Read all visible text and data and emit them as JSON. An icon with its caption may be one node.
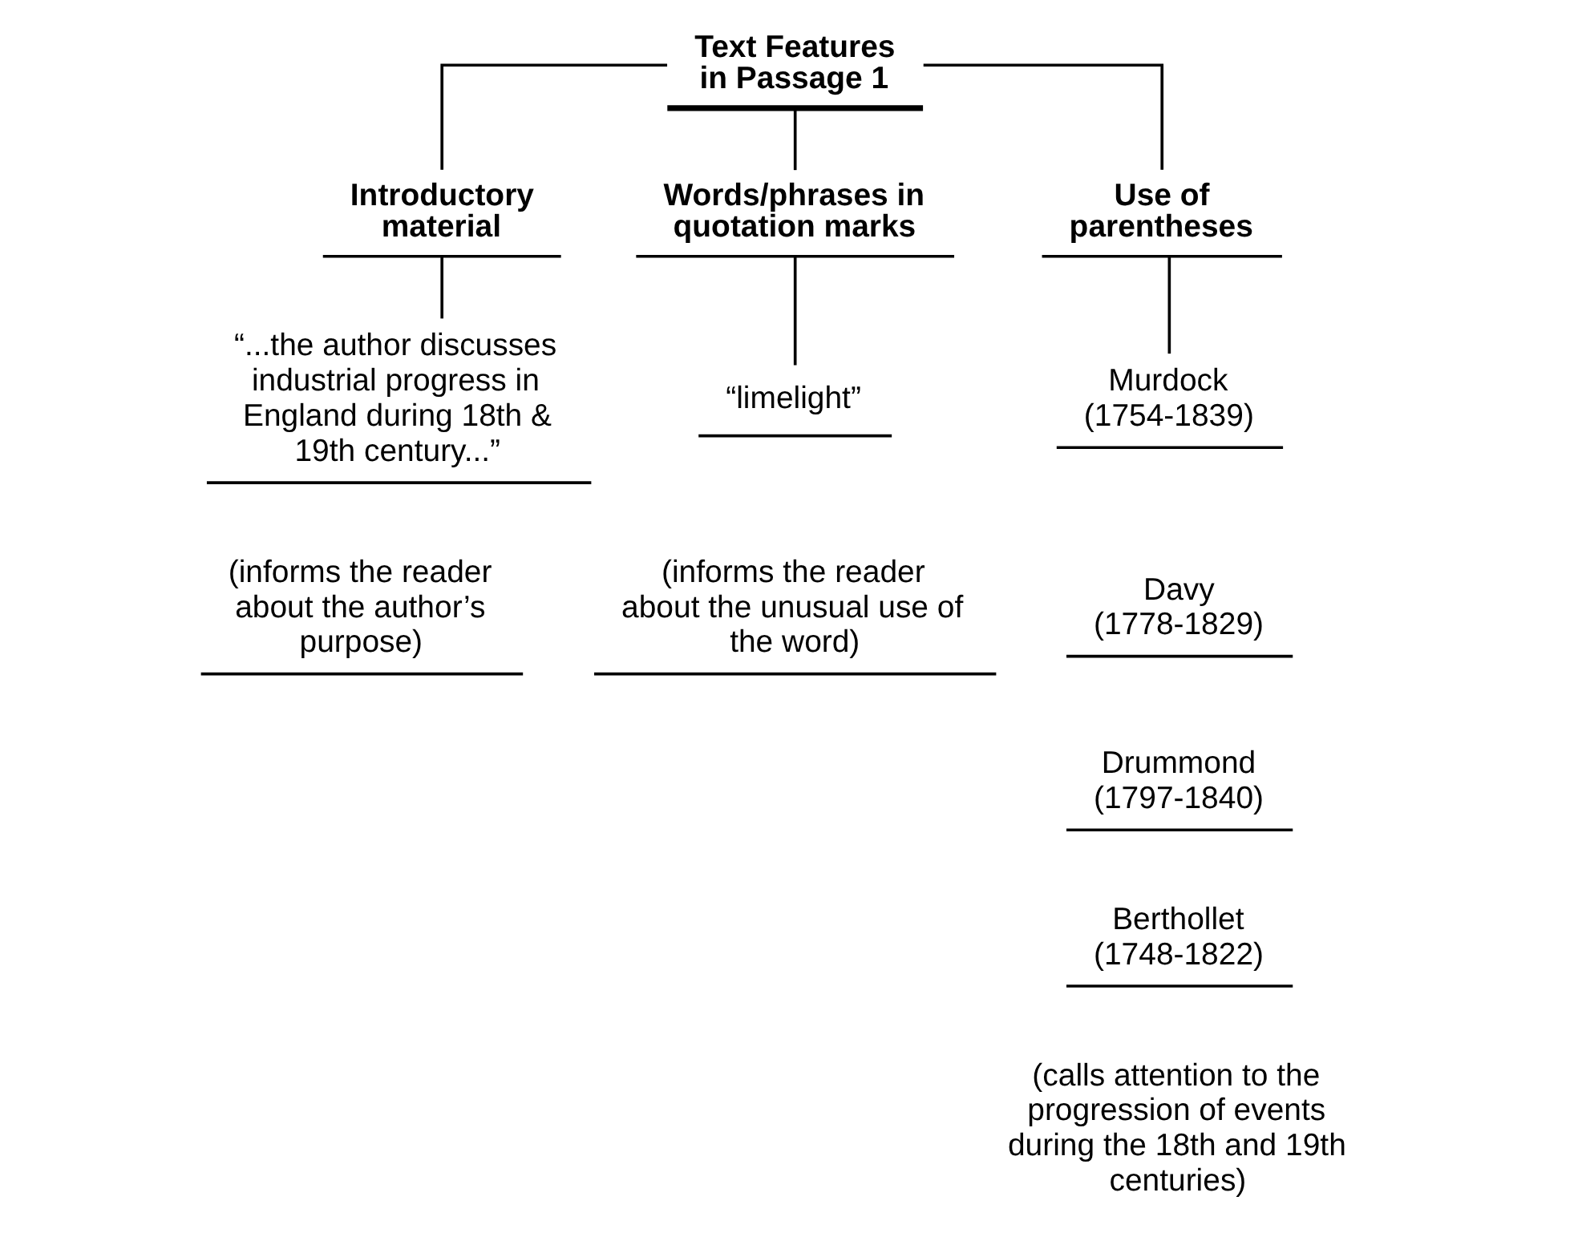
{
  "diagram": {
    "nodes": [
      {
        "text": [
          "Text Features in Passage 1"
        ]
      },
      {
        "text": [
          "Introductory material"
        ]
      },
      {
        "text": [
          "Words/phrases in quotation marks"
        ]
      },
      {
        "text": [
          "Use of parentheses"
        ]
      },
      {
        "text": [
          "“...the author discusses industrial progress in England during 18th & 19th century...”"
        ]
      },
      {
        "text": [
          "(informs the reader about the author’s purpose)"
        ]
      },
      {
        "text": [
          "“limelight”"
        ]
      },
      {
        "text": [
          "(informs the reader about the unusual use of the word)"
        ]
      },
      {
        "text": [
          "Murdock (1754-1839)"
        ]
      },
      {
        "text": [
          "Davy (1778-1829)"
        ]
      },
      {
        "text": [
          "Drummond (1797-1840)"
        ]
      },
      {
        "text": [
          "Berthollet (1748-1822)"
        ]
      },
      {
        "text": [
          "(calls attention to the progression of events during the 18th and 19th centuries)"
        ]
      }
    ],
    "edges": [
      {
        "from": 0,
        "to": 1,
        "arrow": "none"
      },
      {
        "from": 0,
        "to": 2,
        "arrow": "none"
      },
      {
        "from": 0,
        "to": 3,
        "arrow": "none"
      },
      {
        "from": 1,
        "to": 4,
        "arrow": "none"
      },
      {
        "from": 2,
        "to": 6,
        "arrow": "none"
      },
      {
        "from": 3,
        "to": 8,
        "arrow": "none"
      }
    ]
  }
}
